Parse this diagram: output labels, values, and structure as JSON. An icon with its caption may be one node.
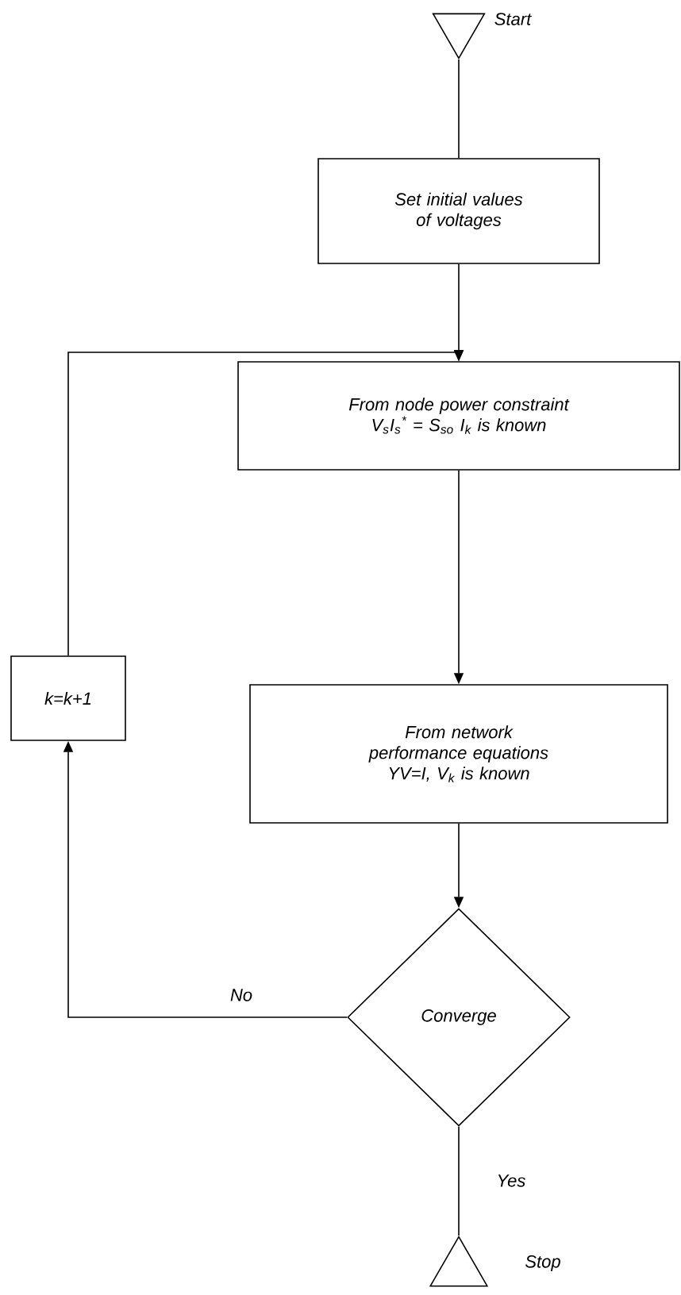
{
  "diagram": {
    "nodes": [
      {
        "text": [],
        "shape": "triangle",
        "beside": [
          "Start"
        ]
      },
      {
        "text": [
          "Set initial values of voltages"
        ]
      },
      {
        "text": [
          "From node power constraint",
          "V$_{s}$I$_{s}$$^{*}$ = S$_{so}$   I$_{k}$ is known"
        ]
      },
      {
        "text": [
          "From network performance equations",
          "YV=I, V$_{k}$ is known"
        ]
      },
      {
        "text": [
          "Converge"
        ]
      },
      {
        "text": [
          "k=k+1"
        ]
      },
      {
        "text": [],
        "shape": "triangle",
        "beside": [
          "Stop"
        ]
      }
    ],
    "edges": [
      {
        "from": 0,
        "to": 1,
        "arrow": "none"
      },
      {
        "from": 1,
        "to": 2,
        "arrow": "to"
      },
      {
        "from": 2,
        "to": 3,
        "arrow": "to"
      },
      {
        "from": 3,
        "to": 4,
        "arrow": "to"
      },
      {
        "from": 4,
        "to": 5,
        "arrow": "to",
        "label": "No"
      },
      {
        "from": 5,
        "to": 2,
        "arrow": "to"
      },
      {
        "from": 4,
        "to": 6,
        "arrow": "none",
        "label": "Yes"
      }
    ]
  }
}
